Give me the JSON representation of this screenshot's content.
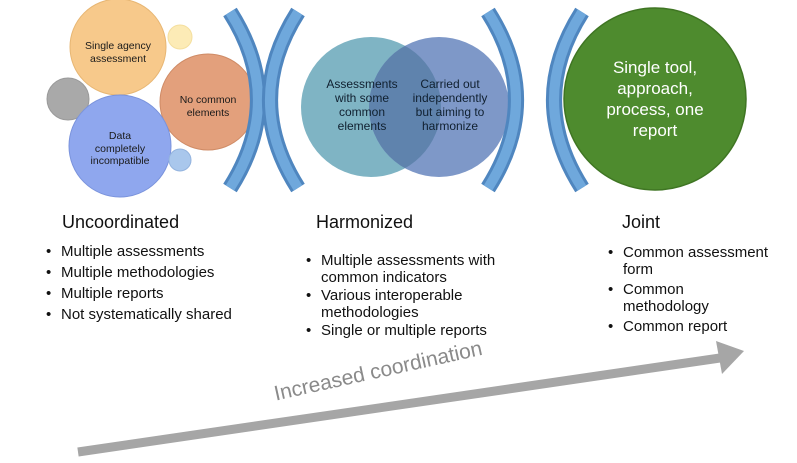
{
  "uncoordinated": {
    "heading": "Uncoordinated",
    "bubbles": {
      "single_agency": "Single agency assessment",
      "no_common": "No common elements",
      "incompatible": "Data completely incompatible"
    },
    "points": [
      "Multiple assessments",
      "Multiple methodologies",
      "Multiple reports",
      "Not systematically shared"
    ]
  },
  "harmonized": {
    "heading": "Harmonized",
    "venn_left": "Assessments with some common elements",
    "venn_right": "Carried out independently but aiming to harmonize",
    "points": [
      "Multiple assessments with common indicators",
      "Various interoperable methodologies",
      "Single or multiple reports"
    ]
  },
  "joint": {
    "heading": "Joint",
    "circle_text": "Single tool, approach, process, one report",
    "points": [
      "Common assessment form",
      "Common methodology",
      "Common report"
    ]
  },
  "arrow_label": "Increased coordination",
  "colors": {
    "orange_bubble": "#F7C98B",
    "salmon_bubble": "#E3A07C",
    "blue_bubble": "#8FA7EE",
    "grey_bubble": "#A9A9A9",
    "pale_yellow": "#FCEBB6",
    "pale_blue": "#A9C7EC",
    "venn_left": "#7FB4C4",
    "venn_right": "#7E98C8",
    "venn_overlap": "#5F83AD",
    "joint_circle": "#4E8B2E",
    "bracket_blue": "#5B9BD5",
    "arrow_grey": "#A6A6A6"
  }
}
